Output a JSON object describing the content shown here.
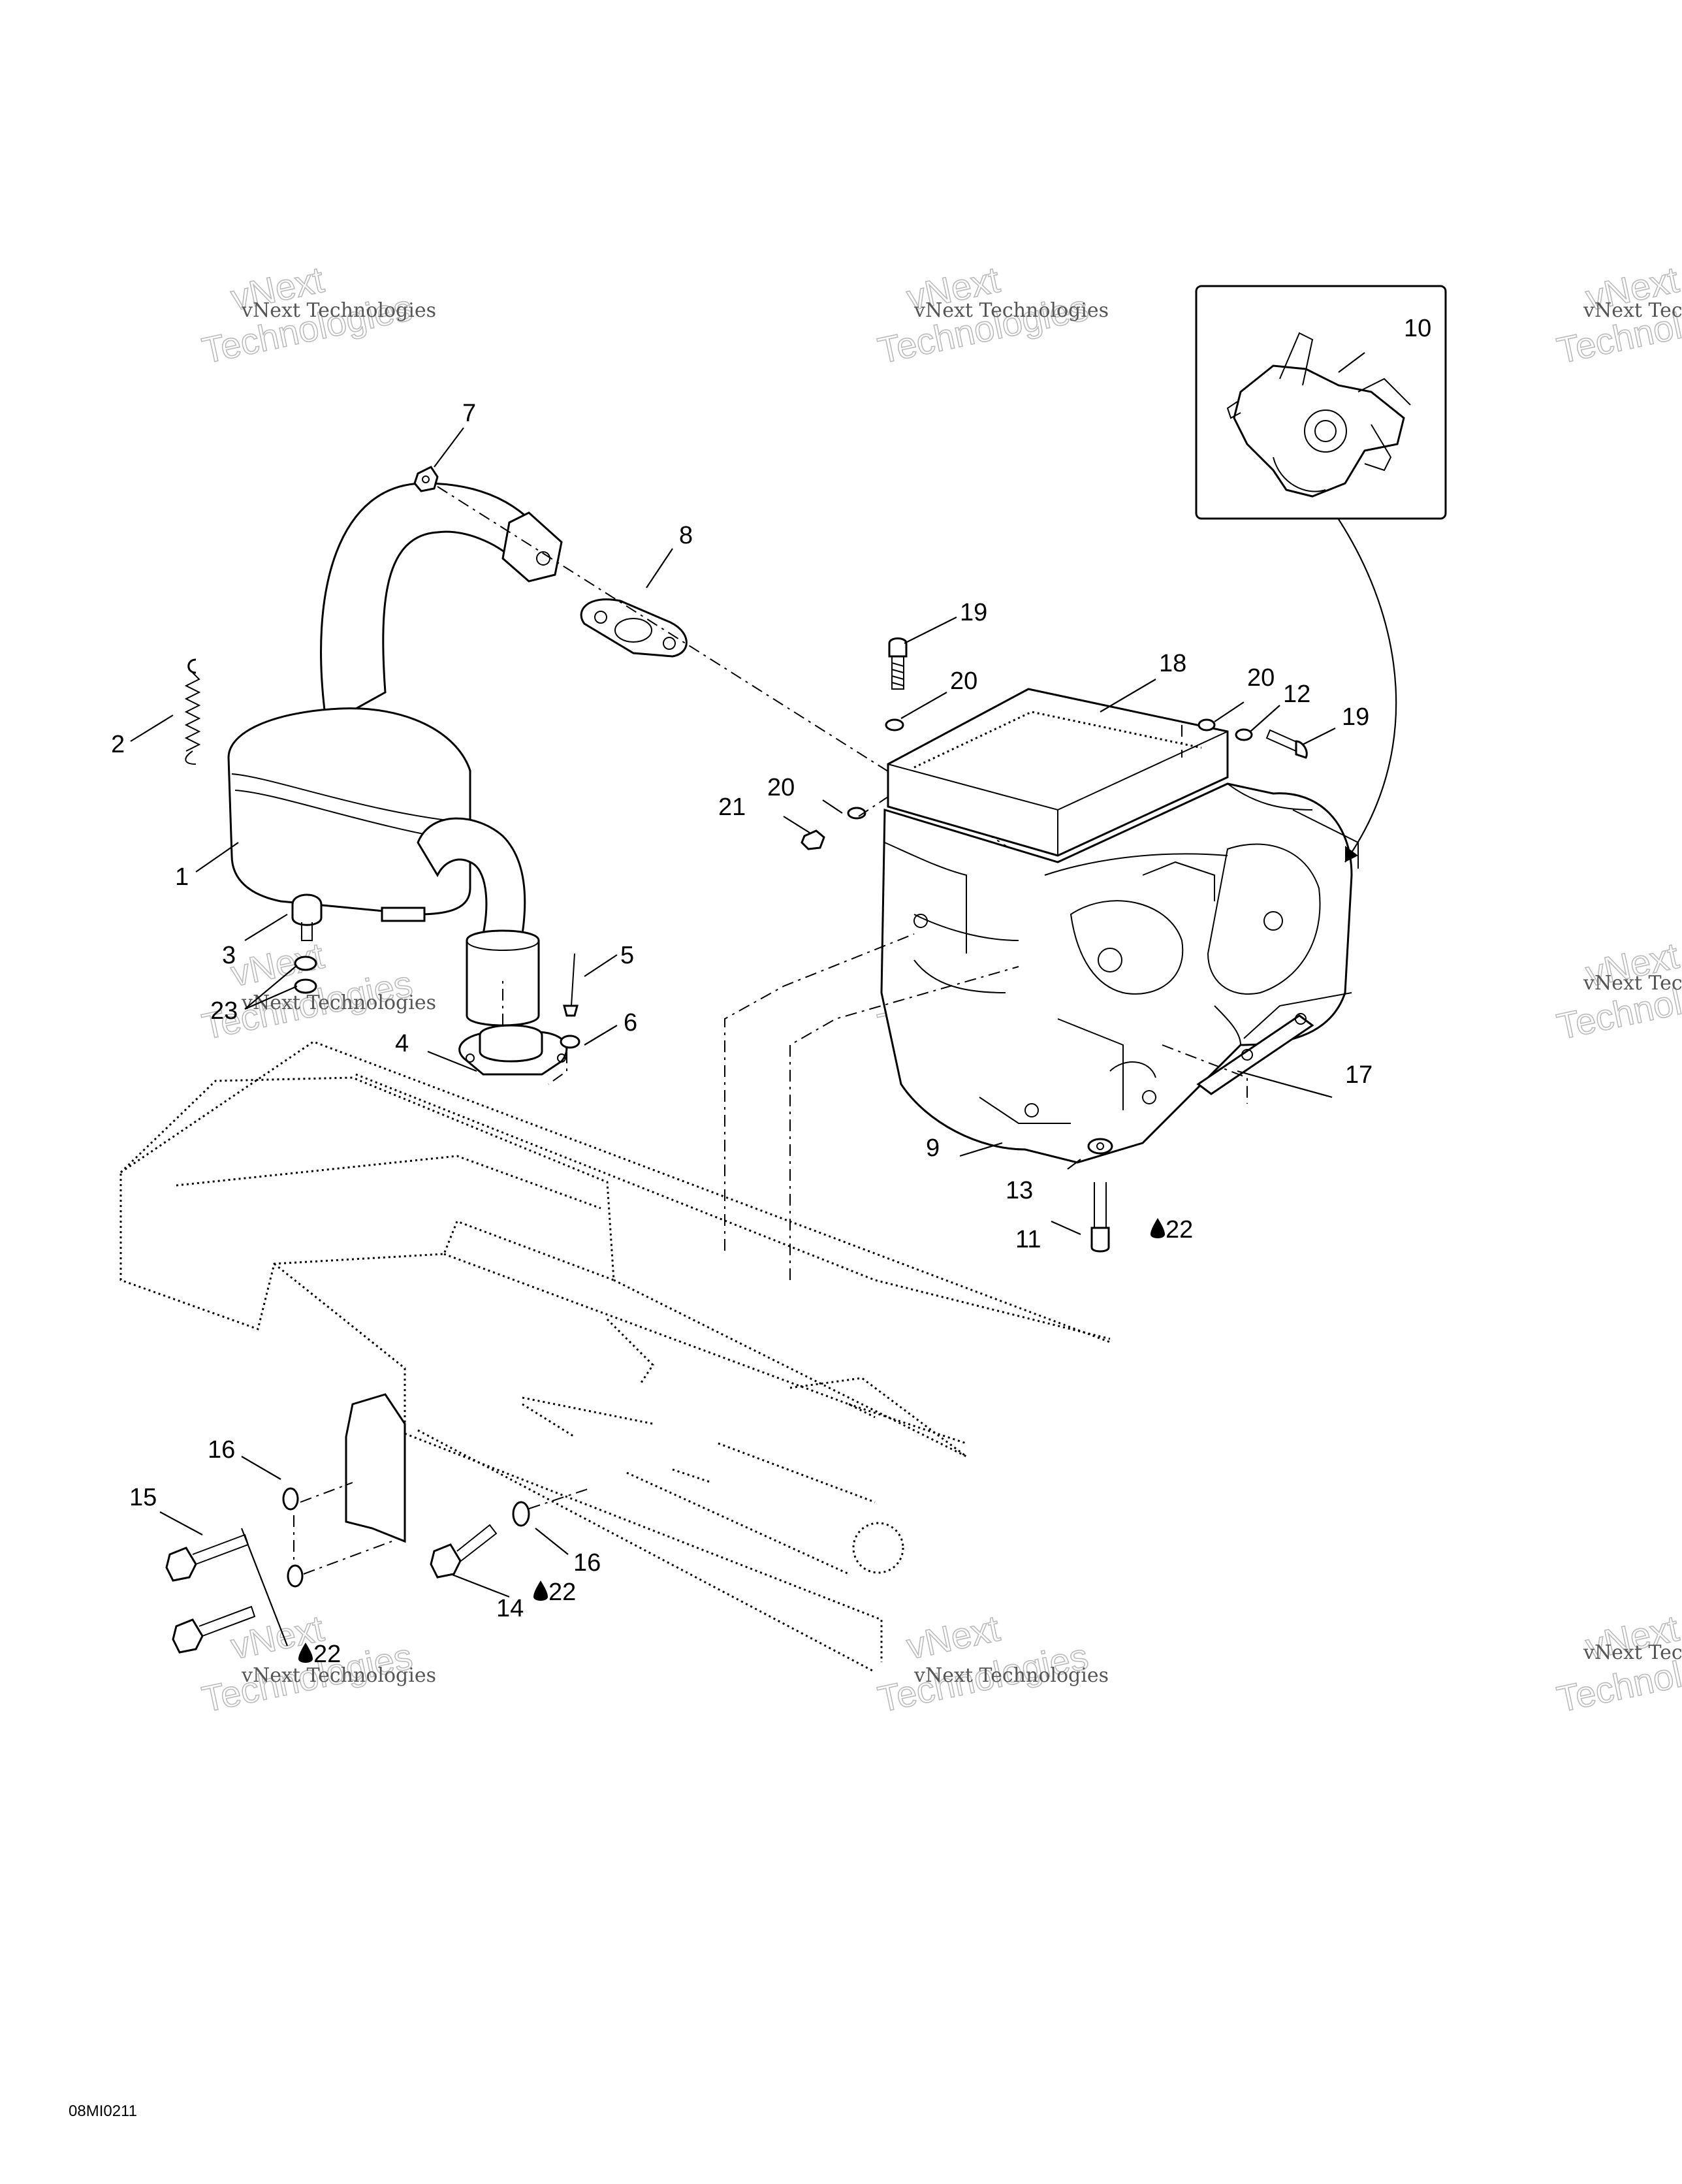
{
  "figure_id": "08MI0211",
  "watermark": {
    "line1": "vNext Technologies",
    "line2": "vNext",
    "line3": "Technologies"
  },
  "callouts": [
    {
      "id": "c1",
      "label": "1"
    },
    {
      "id": "c2",
      "label": "2"
    },
    {
      "id": "c3",
      "label": "3"
    },
    {
      "id": "c4",
      "label": "4"
    },
    {
      "id": "c5",
      "label": "5"
    },
    {
      "id": "c6",
      "label": "6"
    },
    {
      "id": "c7",
      "label": "7"
    },
    {
      "id": "c8",
      "label": "8"
    },
    {
      "id": "c9",
      "label": "9"
    },
    {
      "id": "c10",
      "label": "10"
    },
    {
      "id": "c11",
      "label": "11"
    },
    {
      "id": "c12",
      "label": "12"
    },
    {
      "id": "c13",
      "label": "13"
    },
    {
      "id": "c14",
      "label": "14"
    },
    {
      "id": "c15",
      "label": "15"
    },
    {
      "id": "c16a",
      "label": "16"
    },
    {
      "id": "c16b",
      "label": "16"
    },
    {
      "id": "c17",
      "label": "17"
    },
    {
      "id": "c18",
      "label": "18"
    },
    {
      "id": "c19a",
      "label": "19"
    },
    {
      "id": "c19b",
      "label": "19"
    },
    {
      "id": "c20a",
      "label": "20"
    },
    {
      "id": "c20b",
      "label": "20"
    },
    {
      "id": "c20c",
      "label": "20"
    },
    {
      "id": "c21",
      "label": "21"
    },
    {
      "id": "c22a",
      "label": "22"
    },
    {
      "id": "c22b",
      "label": "22"
    },
    {
      "id": "c22c",
      "label": "22"
    },
    {
      "id": "c23",
      "label": "23"
    }
  ]
}
